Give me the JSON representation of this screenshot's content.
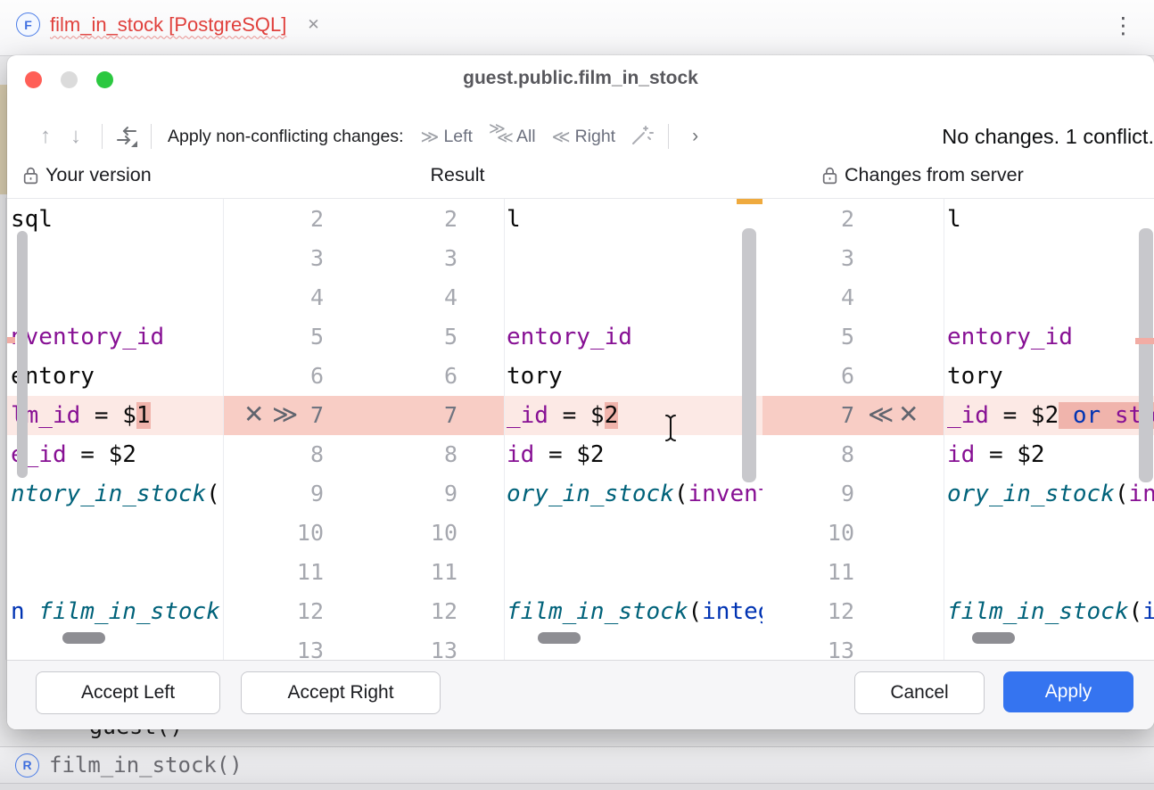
{
  "tab": {
    "icon_letter": "F",
    "title": "film_in_stock [PostgreSQL]",
    "close_glyph": "✕",
    "menu_glyph": "⋮"
  },
  "dialog": {
    "title": "guest.public.film_in_stock",
    "toolbar": {
      "prev_glyph": "↑",
      "next_glyph": "↓",
      "label": "Apply non-conflicting changes:",
      "left": "Left",
      "all": "All",
      "right": "Right",
      "expand_glyph": "›",
      "status": "No changes. 1 conflict."
    },
    "panes": {
      "left": "Your version",
      "center": "Result",
      "right": "Changes from server"
    },
    "buttons": {
      "accept_left": "Accept Left",
      "accept_right": "Accept Right",
      "cancel": "Cancel",
      "apply": "Apply"
    },
    "colors": {
      "accent_blue": "#3574F0",
      "conflict_gutter": "#F8CDC5",
      "conflict_line": "#FCE9E5",
      "conflict_char": "#F0B4AC",
      "stripe_orange": "#EFAA3E",
      "error_red": "#E0403C"
    }
  },
  "editors": {
    "row_start": 2,
    "row_end": 13,
    "conflict_row": 7,
    "icons": {
      "ignore": "✕",
      "apply_right": "≫",
      "apply_left": "≪"
    },
    "left": {
      "lines": [
        {
          "n": 2,
          "segs": [
            [
              "sql",
              "bk"
            ]
          ]
        },
        {
          "n": 5,
          "segs": [
            [
              "nventory_id",
              "pu"
            ]
          ]
        },
        {
          "n": 6,
          "segs": [
            [
              "entory",
              "bk"
            ]
          ]
        },
        {
          "n": 7,
          "hl": true,
          "segs": [
            [
              "lm_id",
              "pu"
            ],
            [
              " = $",
              "bk"
            ],
            [
              "1",
              "bk",
              1
            ]
          ]
        },
        {
          "n": 8,
          "segs": [
            [
              "e_id",
              "pu"
            ],
            [
              " = $2",
              "bk"
            ]
          ]
        },
        {
          "n": 9,
          "segs": [
            [
              "ntory_in_stock",
              "te"
            ],
            [
              "(",
              "bk"
            ]
          ]
        },
        {
          "n": 12,
          "segs": [
            [
              "n",
              "bl"
            ],
            [
              " ",
              "bk"
            ],
            [
              "film_in_stock",
              "te"
            ]
          ]
        }
      ]
    },
    "center": {
      "lines": [
        {
          "n": 2,
          "segs": [
            [
              "l",
              "bk"
            ]
          ]
        },
        {
          "n": 5,
          "segs": [
            [
              "entory_id",
              "pu"
            ]
          ]
        },
        {
          "n": 6,
          "segs": [
            [
              "tory",
              "bk"
            ]
          ]
        },
        {
          "n": 7,
          "hl": true,
          "segs": [
            [
              "_id",
              "pu"
            ],
            [
              " = $",
              "bk"
            ],
            [
              "2",
              "bk",
              1
            ]
          ]
        },
        {
          "n": 8,
          "segs": [
            [
              "id",
              "pu"
            ],
            [
              " = $2",
              "bk"
            ]
          ]
        },
        {
          "n": 9,
          "segs": [
            [
              "ory_in_stock",
              "te"
            ],
            [
              "(",
              "bk"
            ],
            [
              "invent",
              "pu"
            ]
          ]
        },
        {
          "n": 12,
          "segs": [
            [
              "film_in_stock",
              "te"
            ],
            [
              "(",
              "bk"
            ],
            [
              "integ",
              "bl"
            ]
          ]
        }
      ]
    },
    "right": {
      "lines": [
        {
          "n": 2,
          "segs": [
            [
              "l",
              "bk"
            ]
          ]
        },
        {
          "n": 5,
          "segs": [
            [
              "entory_id",
              "pu"
            ]
          ]
        },
        {
          "n": 6,
          "segs": [
            [
              "tory",
              "bk"
            ]
          ]
        },
        {
          "n": 7,
          "hl": true,
          "segs": [
            [
              "_id",
              "pu"
            ],
            [
              " = $2",
              "bk"
            ],
            [
              " ",
              "bk",
              1
            ],
            [
              "or",
              "bl",
              1
            ],
            [
              " ",
              "bk",
              1
            ],
            [
              "sto",
              "pu",
              1
            ]
          ]
        },
        {
          "n": 8,
          "segs": [
            [
              "id",
              "pu"
            ],
            [
              " = $2",
              "bk"
            ]
          ]
        },
        {
          "n": 9,
          "segs": [
            [
              "ory_in_stock",
              "te"
            ],
            [
              "(",
              "bk"
            ],
            [
              "in",
              "pu"
            ]
          ]
        },
        {
          "n": 12,
          "segs": [
            [
              "film_in_stock",
              "te"
            ],
            [
              "(",
              "bk"
            ],
            [
              "i",
              "bl"
            ]
          ]
        }
      ]
    }
  },
  "background": {
    "clipped_code": "guest()",
    "frame_icon_letter": "R",
    "frame_label": "film_in_stock()"
  }
}
